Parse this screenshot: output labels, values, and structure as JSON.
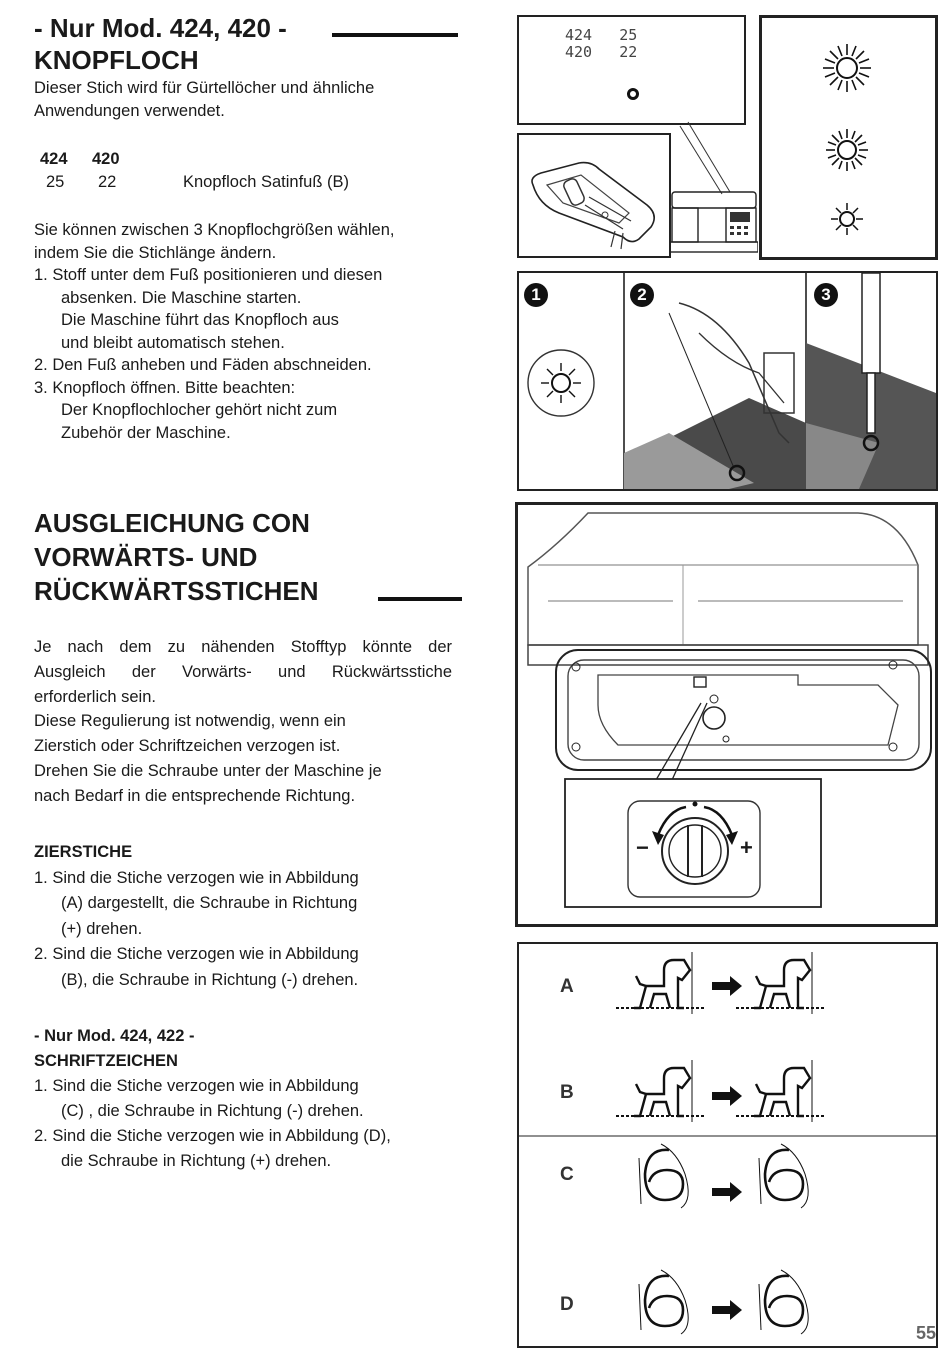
{
  "section1": {
    "title_line1": "- Nur Mod. 424, 420 -",
    "title_line2": "KNOPFLOCH",
    "intro": [
      "Dieser Stich wird für Gürtellöcher und ähnliche",
      "Anwendungen verwendet."
    ],
    "table": {
      "headers": [
        "424",
        "420"
      ],
      "row": [
        "25",
        "22",
        "Knopfloch Satinfuß (B)"
      ]
    },
    "body": [
      "Sie können zwischen 3 Knopflochgrößen wählen,",
      "indem Sie die Stichlänge ändern.",
      "1. Stoff unter dem Fuß positionieren und diesen",
      "absenken. Die Maschine starten.",
      "Die Maschine führt das Knopfloch aus",
      "und bleibt automatisch stehen.",
      "2. Den Fuß anheben und Fäden abschneiden.",
      "3. Knopfloch öffnen. Bitte beachten:",
      "Der Knopflochlocher gehört nicht zum",
      "Zubehör der Maschine."
    ]
  },
  "section2": {
    "title_lines": [
      "AUSGLEICHUNG CON",
      "VORWÄRTS- UND",
      "RÜCKWÄRTSSTICHEN"
    ],
    "intro": [
      "Je nach dem zu nähenden Stofftyp könnte der",
      "Ausgleich  der Vorwärts- und Rückwärtsstiche",
      "erforderlich sein.",
      "Diese Regulierung ist notwendig, wenn ein",
      "Zierstich oder Schriftzeichen verzogen ist.",
      "Drehen Sie die Schraube unter der Maschine je",
      "nach Bedarf in die entsprechende Richtung."
    ],
    "zier_heading": "ZIERSTICHE",
    "zier_lines": [
      "1. Sind die Stiche verzogen wie in Abbildung",
      "(A) dargestellt, die Schraube in Richtung",
      "(+) drehen.",
      "2. Sind die Stiche verzogen wie in Abbildung",
      "(B), die Schraube in Richtung (-) drehen."
    ],
    "schrift_heading1": "- Nur Mod. 424, 422 -",
    "schrift_heading2": "SCHRIFTZEICHEN",
    "schrift_lines": [
      "1. Sind die Stiche verzogen wie in Abbildung",
      "(C) , die Schraube in Richtung (-) drehen.",
      "2. Sind die Stiche verzogen wie in Abbildung (D),",
      "die Schraube in Richtung (+) drehen."
    ]
  },
  "figures": {
    "display": {
      "row1": [
        "424",
        "25"
      ],
      "row2": [
        "420",
        "22"
      ]
    },
    "steps": [
      "1",
      "2",
      "3"
    ],
    "dial_minus": "−",
    "dial_plus": "+",
    "stitch_labels": [
      "A",
      "B",
      "C",
      "D"
    ]
  },
  "page_number": "55"
}
